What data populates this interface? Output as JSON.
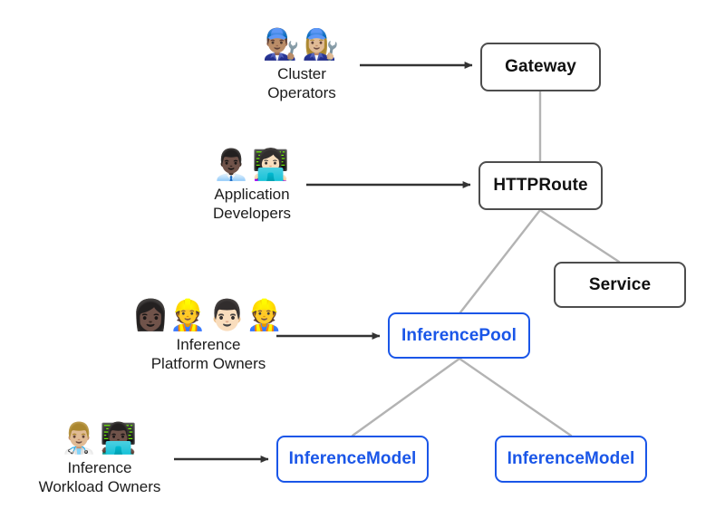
{
  "diagram": {
    "title": "Gateway API Inference Extension resource model",
    "background_color": "#ffffff",
    "accent_color": "#1a56e8",
    "standard_node_color": "#4d4d4d",
    "edge_color": "#b3b3b3",
    "arrow_color": "#333333"
  },
  "nodes": [
    {
      "id": "gateway",
      "label": "Gateway",
      "style": "standard"
    },
    {
      "id": "httproute",
      "label": "HTTPRoute",
      "style": "standard"
    },
    {
      "id": "service",
      "label": "Service",
      "style": "standard"
    },
    {
      "id": "inferencepool",
      "label": "InferencePool",
      "style": "accent"
    },
    {
      "id": "inferencemodel-left",
      "label": "InferenceModel",
      "style": "accent"
    },
    {
      "id": "inferencemodel-right",
      "label": "InferenceModel",
      "style": "accent"
    }
  ],
  "personas": [
    {
      "id": "cluster-operators",
      "label": "Cluster\nOperators",
      "icons": "👨🏽‍🔧👩🏼‍🔧",
      "icon_names": [
        "man-mechanic-icon",
        "woman-mechanic-icon"
      ],
      "targets": "gateway"
    },
    {
      "id": "application-developers",
      "label": "Application\nDevelopers",
      "icons": "👨🏿‍💼👩🏻‍💻",
      "icon_names": [
        "man-office-worker-icon",
        "woman-technologist-icon"
      ],
      "targets": "httproute"
    },
    {
      "id": "inference-platform-owners",
      "label": "Inference\nPlatform Owners",
      "icons": "👩🏿‍👷👨🏻‍👷",
      "icon_names": [
        "woman-construction-worker-icon",
        "man-construction-worker-icon"
      ],
      "targets": "inferencepool"
    },
    {
      "id": "inference-workload-owners",
      "label": "Inference\nWorkload Owners",
      "icons": "👨🏼‍⚕️👨🏿‍💻",
      "icon_names": [
        "health-worker-icon",
        "man-technologist-icon"
      ],
      "targets": "inferencemodel-left"
    }
  ],
  "edges": [
    {
      "from": "gateway",
      "to": "httproute",
      "kind": "link"
    },
    {
      "from": "httproute",
      "to": "inferencepool",
      "kind": "link"
    },
    {
      "from": "httproute",
      "to": "service",
      "kind": "link"
    },
    {
      "from": "inferencepool",
      "to": "inferencemodel-left",
      "kind": "link"
    },
    {
      "from": "inferencepool",
      "to": "inferencemodel-right",
      "kind": "link"
    },
    {
      "from": "cluster-operators",
      "to": "gateway",
      "kind": "arrow"
    },
    {
      "from": "application-developers",
      "to": "httproute",
      "kind": "arrow"
    },
    {
      "from": "inference-platform-owners",
      "to": "inferencepool",
      "kind": "arrow"
    },
    {
      "from": "inference-workload-owners",
      "to": "inferencemodel-left",
      "kind": "arrow"
    }
  ]
}
